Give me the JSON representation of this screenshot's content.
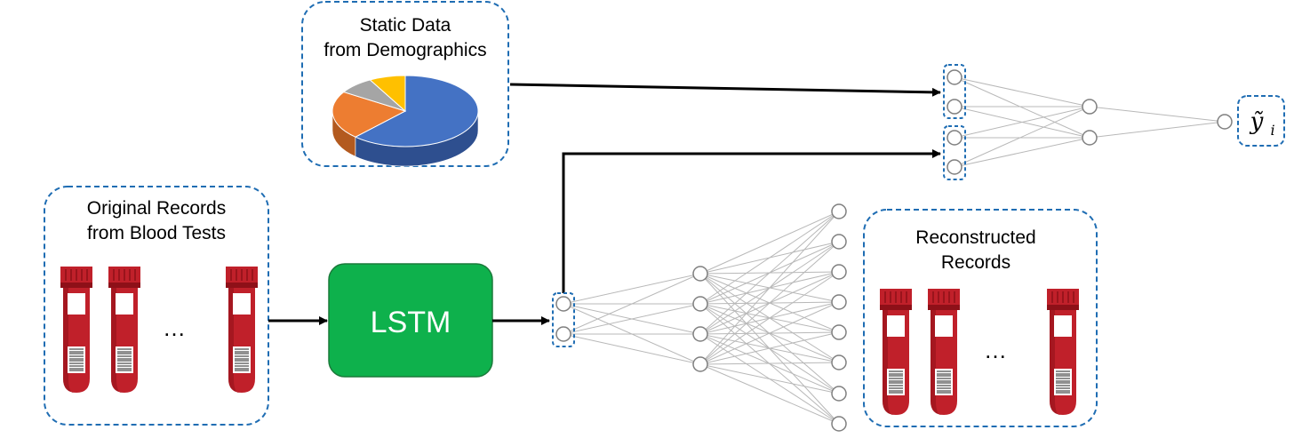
{
  "static_box": {
    "line1": "Static Data",
    "line2": "from Demographics"
  },
  "original_box": {
    "line1": "Original Records",
    "line2": "from Blood Tests",
    "ellipsis": "…"
  },
  "lstm": {
    "label": "LSTM",
    "color": "#0eb14c"
  },
  "reconstructed_box": {
    "line1": "Reconstructed",
    "line2": "Records",
    "ellipsis": "…"
  },
  "output": {
    "symbol": "ỹ",
    "subscript": "i"
  },
  "pie_chart": {
    "slices": [
      {
        "name": "slice-blue",
        "value": 62,
        "color": "#4472c4",
        "side": "#2e4f8f"
      },
      {
        "name": "slice-orange",
        "value": 22,
        "color": "#ed7d31",
        "side": "#b35a1f"
      },
      {
        "name": "slice-gray",
        "value": 8,
        "color": "#a5a5a5",
        "side": "#7a7a7a"
      },
      {
        "name": "slice-yellow",
        "value": 8,
        "color": "#ffc000",
        "side": "#c49400"
      }
    ]
  },
  "colors": {
    "box_border": "#1f6db3",
    "tube_red": "#c0202a",
    "tube_dark": "#8e1018",
    "node_stroke": "#7f7f7f",
    "edge": "#b8b8b8"
  }
}
